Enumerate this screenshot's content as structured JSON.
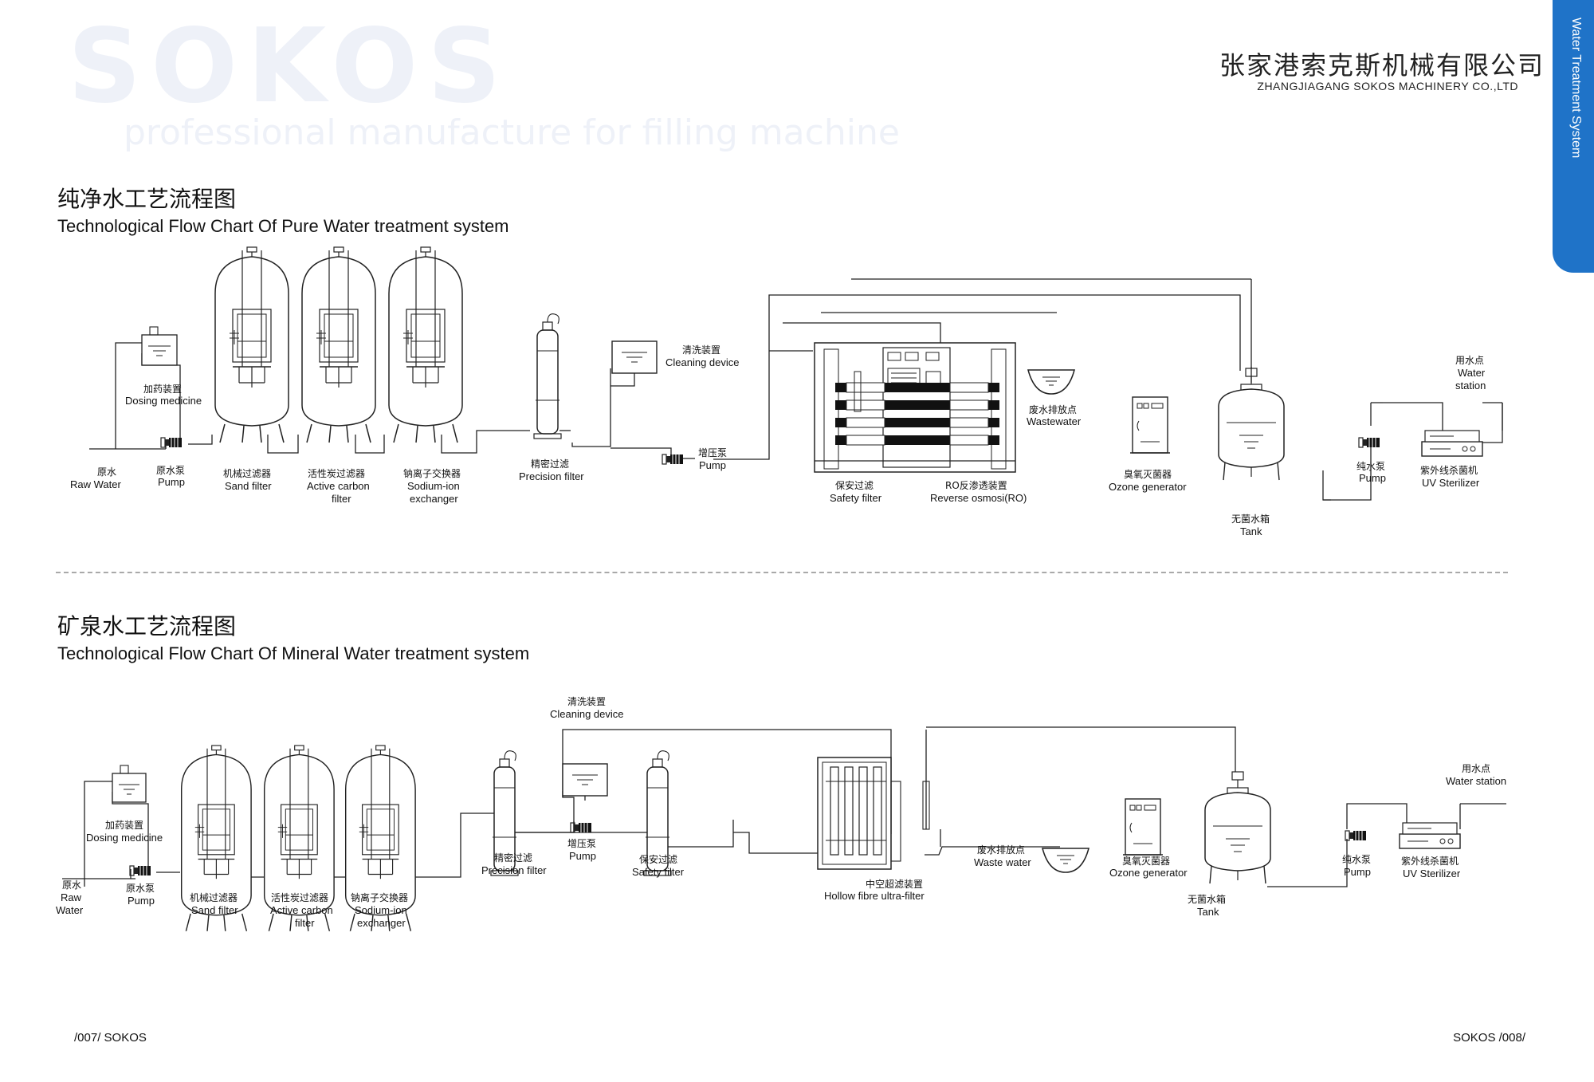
{
  "watermark": {
    "brand": "SOKOS",
    "tagline": "professional manufacture for filling machine"
  },
  "company": {
    "name_cn": "张家港索克斯机械有限公司",
    "name_en": "ZHANGJIAGANG SOKOS MACHINERY CO.,LTD"
  },
  "side_tab": {
    "label": "Water Treatment System"
  },
  "pure": {
    "title_cn": "纯净水工艺流程图",
    "title_en": "Technological Flow Chart Of Pure Water treatment system",
    "labels": {
      "raw_water_cn": "原水",
      "raw_water_en": "Raw Water",
      "pump1_cn": "原水泵",
      "pump1_en": "Pump",
      "dosing_cn": "加药装置",
      "dosing_en": "Dosing medicine",
      "sand_cn": "机械过滤器",
      "sand_en": "Sand filter",
      "carbon_cn": "活性炭过滤器",
      "carbon_en1": "Active carbon",
      "carbon_en2": "filter",
      "sodium_cn": "钠离子交换器",
      "sodium_en1": "Sodium-ion",
      "sodium_en2": "exchanger",
      "precision_cn": "精密过滤",
      "precision_en": "Precision filter",
      "cleaning_cn": "清洗装置",
      "cleaning_en": "Cleaning device",
      "boost_cn": "增压泵",
      "boost_en": "Pump",
      "safety_cn": "保安过滤",
      "safety_en": "Safety filter",
      "ro_cn": "RO反渗透装置",
      "ro_en": "Reverse osmosi(RO)",
      "waste_cn": "废水排放点",
      "waste_en": "Wastewater",
      "ozone_cn": "臭氧灭菌器",
      "ozone_en": "Ozone generator",
      "tank_cn": "无菌水箱",
      "tank_en": "Tank",
      "pure_pump_cn": "纯水泵",
      "pure_pump_en": "Pump",
      "uv_cn": "紫外线杀菌机",
      "uv_en": "UV Sterilizer",
      "station_cn": "用水点",
      "station_en1": "Water",
      "station_en2": "station"
    }
  },
  "mineral": {
    "title_cn": "矿泉水工艺流程图",
    "title_en": "Technological Flow Chart Of Mineral  Water treatment system",
    "labels": {
      "raw_water_cn": "原水",
      "raw_water_en1": "Raw",
      "raw_water_en2": "Water",
      "pump1_cn": "原水泵",
      "pump1_en": "Pump",
      "dosing_cn": "加药装置",
      "dosing_en": "Dosing medicine",
      "sand_cn": "机械过滤器",
      "sand_en": "Sand filter",
      "carbon_cn": "活性炭过滤器",
      "carbon_en1": "Active carbon",
      "carbon_en2": "filter",
      "sodium_cn": "钠离子交换器",
      "sodium_en1": "Sodium-ion",
      "sodium_en2": "exchanger",
      "precision_cn": "精密过滤",
      "precision_en": "Precision filter",
      "cleaning_cn": "清洗装置",
      "cleaning_en": "Cleaning device",
      "boost_cn": "增压泵",
      "boost_en": "Pump",
      "safety_cn": "保安过滤",
      "safety_en": "Safety filter",
      "uf_cn": "中空超滤装置",
      "uf_en": "Hollow fibre ultra-filter",
      "waste_cn": "废水排放点",
      "waste_en": "Waste water",
      "ozone_cn": "臭氧灭菌器",
      "ozone_en": "Ozone generator",
      "tank_cn": "无菌水箱",
      "tank_en": "Tank",
      "pure_pump_cn": "纯水泵",
      "pure_pump_en": "Pump",
      "uv_cn": "紫外线杀菌机",
      "uv_en": "UV Sterilizer",
      "station_cn": "用水点",
      "station_en": "Water station"
    }
  },
  "footer": {
    "left": "/007/ SOKOS",
    "right": "SOKOS /008/"
  }
}
